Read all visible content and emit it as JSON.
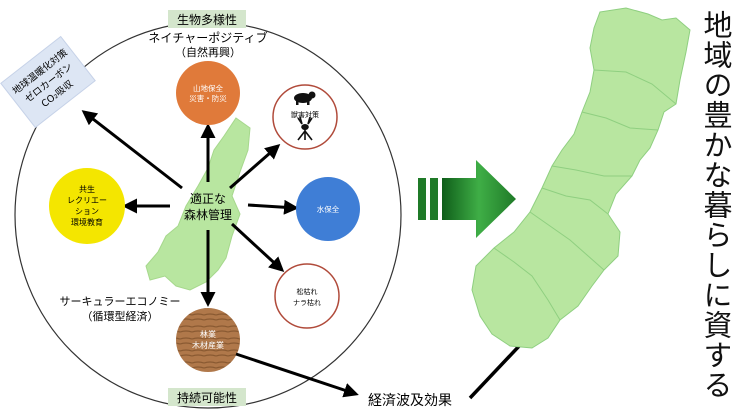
{
  "diagram": {
    "top_band": "生物多様性",
    "nature_positive": "ネイチャーポジティブ",
    "nature_positive_sub": "（自然再興）",
    "climate_box": [
      "地球温暖化対策",
      "ゼロカーボン",
      "CO₂吸収"
    ],
    "center": [
      "適正な",
      "森林管理"
    ],
    "node_mountain": [
      "山地保全",
      "災害・防災"
    ],
    "node_wildlife": "獣害対策",
    "node_water": "水保全",
    "node_recreation": [
      "共生",
      "レクリエー",
      "ション",
      "環境教育"
    ],
    "node_pine": [
      "松枯れ",
      "ナラ枯れ"
    ],
    "node_forestry": [
      "林業",
      "木材産業"
    ],
    "circular_economy": "サーキュラーエコノミー",
    "circular_sub": "（循環型経済）",
    "bottom_band": "持続可能性",
    "economic_effect": "経済波及効果",
    "vertical_title": "地域の豊かな暮らしに資する",
    "colors": {
      "mountain": "#e07a3a",
      "water": "#3f7ed6",
      "recreation": "#f4e600",
      "forestry": "#b0784a",
      "map_fill": "#b8e6a0",
      "big_arrow": "#2f9e3a",
      "climate_box": "#dde6f4"
    }
  }
}
